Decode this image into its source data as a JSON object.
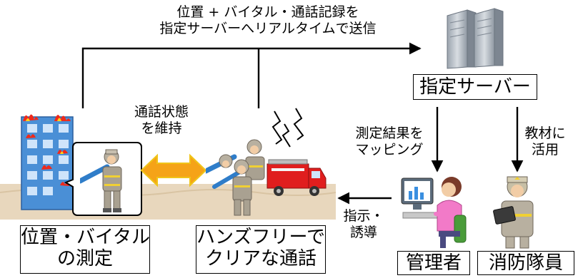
{
  "top_caption": [
    "位置 + バイタル・通話記録を",
    "指定サーバーへリアルタイムで送信"
  ],
  "server_label": "指定サーバー",
  "talk_caption": [
    "通話状態",
    "を維持"
  ],
  "measure_caption": [
    "測定結果を",
    "マッピング"
  ],
  "material_caption": [
    "教材に",
    "活用"
  ],
  "instruct_caption": [
    "指示・",
    "誘導"
  ],
  "left_box": [
    "位置・バイタル",
    "の測定"
  ],
  "center_box": [
    "ハンズフリーで",
    "クリアな通話"
  ],
  "manager_label": "管理者",
  "firefighter_label": "消防隊員",
  "colors": {
    "arrow": "#000000",
    "double_arrow_fill": "#f5a318",
    "double_arrow_edge": "#f0c419",
    "building": "#4a8fd6",
    "fire": "#f02a1a",
    "truck": "#e01e1e",
    "ground": "#e8d7bd"
  }
}
